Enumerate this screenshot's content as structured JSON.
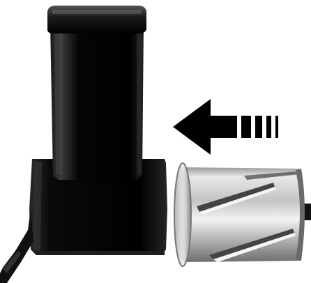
{
  "image": {
    "kind": "product-illustration",
    "subject": "slicer-shredder-attachment-assembly",
    "direction_indicator": "arrow-left",
    "colors": {
      "background": "#ffffff",
      "housing": "#0a0a0a",
      "housing_highlight": "#3a3a3a",
      "arrow": "#000000",
      "drum_metal_light": "#e6e6e6",
      "drum_metal_dark": "#7a7a7a"
    }
  }
}
